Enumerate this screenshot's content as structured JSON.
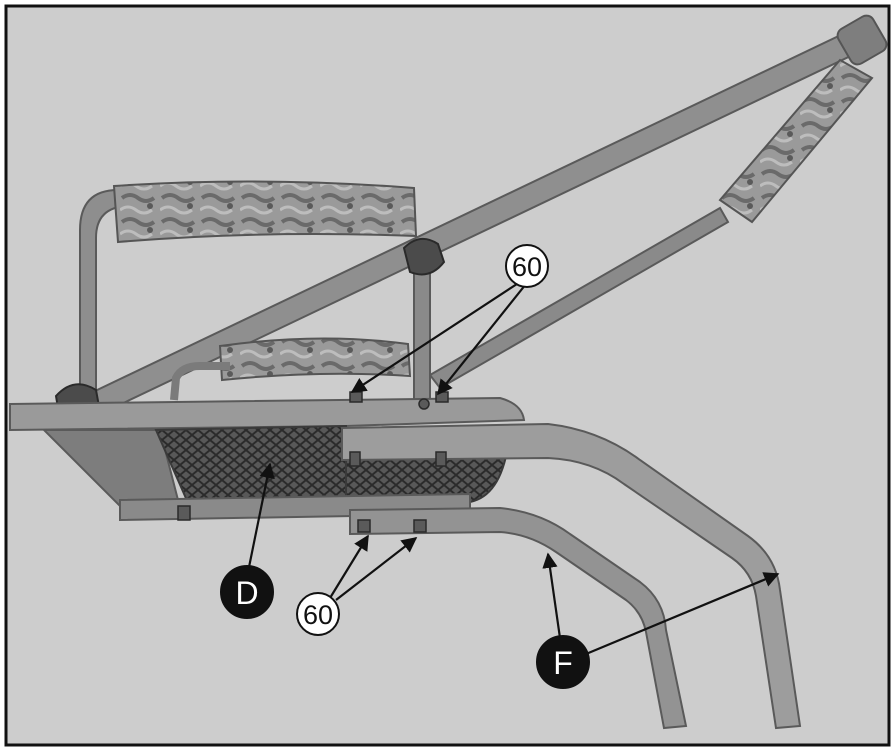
{
  "callouts": {
    "part_60_top": "60",
    "part_60_bottom": "60",
    "part_d": "D",
    "part_f": "F"
  },
  "colors": {
    "background": "#cfcfcf",
    "frame_border": "#111111",
    "metal": "#8e8e8e",
    "metal_dark": "#5e5e5e",
    "metal_light": "#b7b7b7",
    "knob": "#4a4a4a",
    "camo": "#8a8a8a",
    "mesh": "#3c3c3c",
    "callout_fill_dark": "#111111",
    "callout_text_light": "#ffffff",
    "callout_fill_light": "#ffffff",
    "callout_text_dark": "#111111",
    "arrow": "#111111"
  }
}
